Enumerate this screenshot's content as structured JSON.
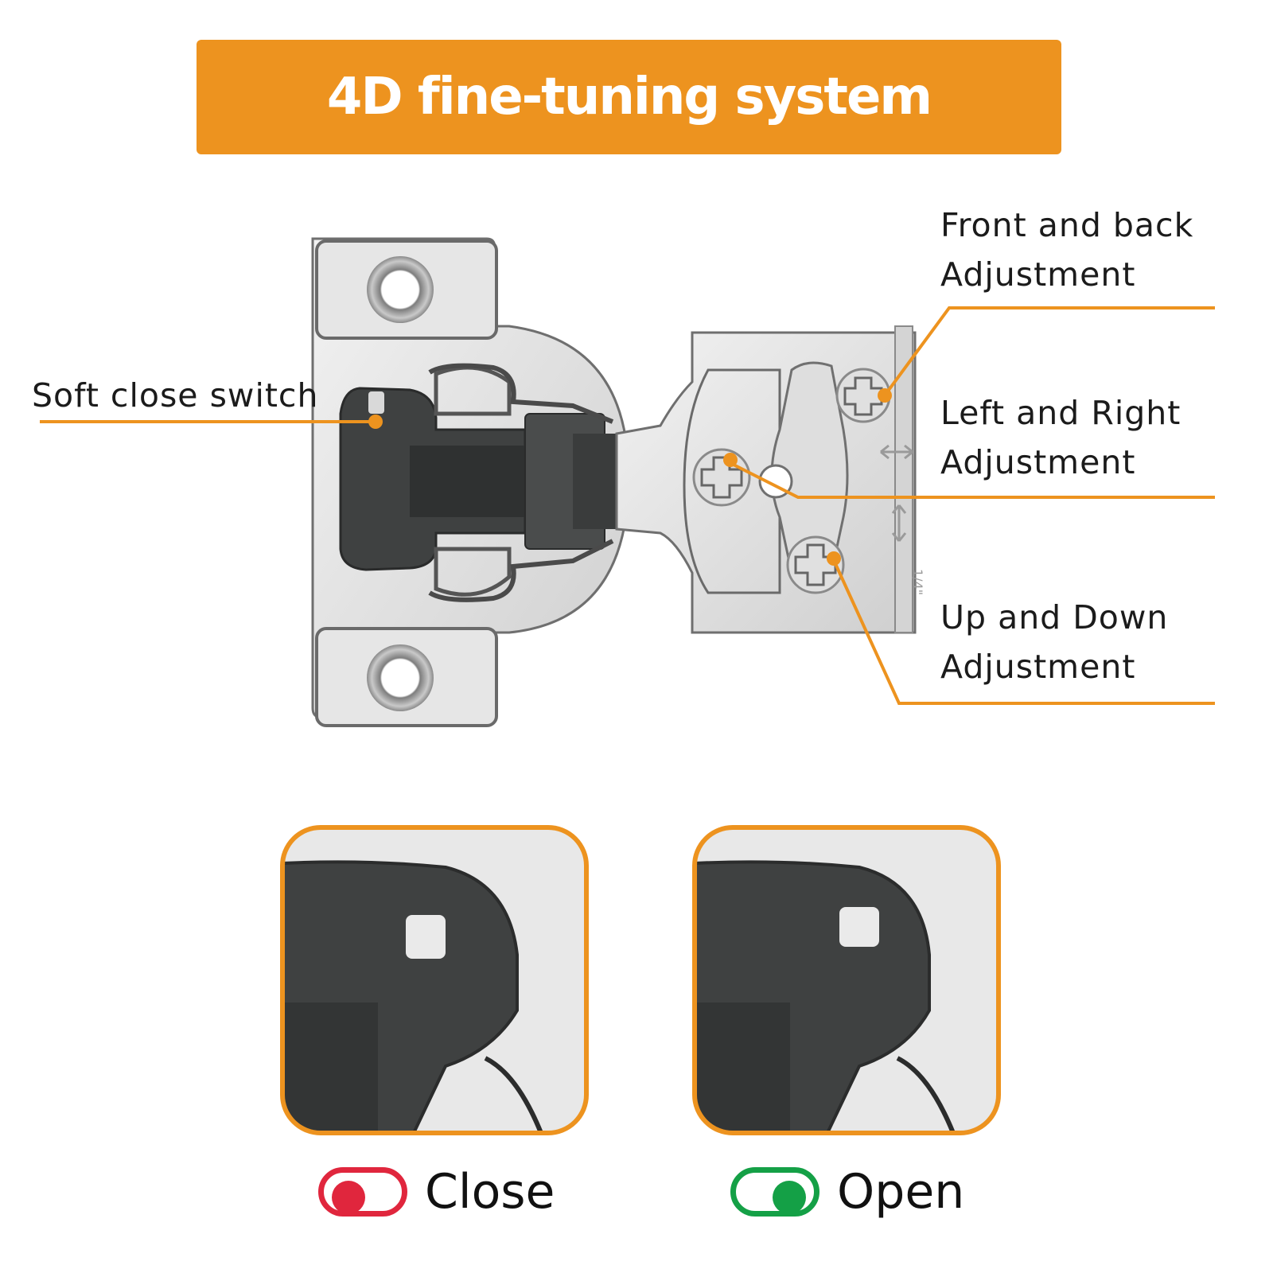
{
  "banner": {
    "title": "4D fine-tuning system"
  },
  "callouts": {
    "soft_close": "Soft close switch",
    "front_back_1": "Front and back",
    "front_back_2": "Adjustment",
    "left_right_1": "Left and Right",
    "left_right_2": "Adjustment",
    "up_down_1": "Up and Down",
    "up_down_2": "Adjustment"
  },
  "hinge_marking": "1/4\"",
  "states": [
    {
      "label": "Close",
      "toggle_on": false,
      "color": "#e0263d"
    },
    {
      "label": "Open",
      "toggle_on": true,
      "color": "#14a046"
    }
  ],
  "colors": {
    "accent": "#ed931f",
    "metal": "#d9d9d9",
    "plastic": "#3f4141",
    "inset_bg": "#e8e8e8"
  }
}
